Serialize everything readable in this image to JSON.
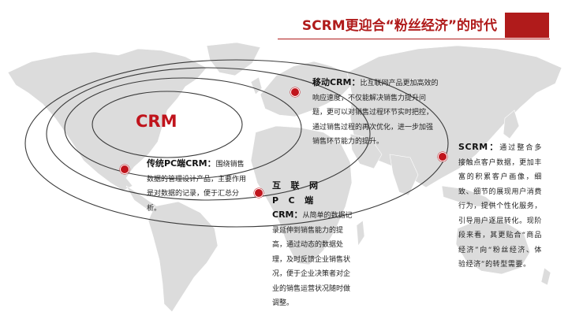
{
  "title": "SCRM更迎合“粉丝经济”的时代",
  "crm_label": "CRM",
  "mobile": {
    "heading": "移动CRM：",
    "body": "比互联网产品更加高效的响应速度，不仅能解决销售力提升问题，更可以对销售过程环节实时把控，通过销售过程的再次优化，进一步加强销售环节能力的提升。"
  },
  "pc": {
    "heading": "传统PC端CRM：",
    "body": "围绕销售数据的管理设计产品，主要作用是对数据的记录，便于汇总分析。"
  },
  "web": {
    "heading_line1": "互联网PC端",
    "heading_line2": "CRM：",
    "body": "从简单的数据记录延伸到销售能力的提高，通过动态的数据处理，及时反馈企业销售状况，便于企业决策者对企业的销售运营状况随时做调整。"
  },
  "scrm": {
    "heading": "SCRM：",
    "body": "通过整合多接触点客户数据，更加丰富的积累客户画像，细致、细节的展现用户消费行为，提供个性化服务，引导用户逐层转化。现阶段来看，其更贴合“商品经济”向“粉丝经济、体验经济”的转型需要。"
  },
  "colors": {
    "accent": "#b01b1b",
    "dot": "#c0141c",
    "map": "#dcdcdc",
    "ring": "#3a3a3a"
  }
}
